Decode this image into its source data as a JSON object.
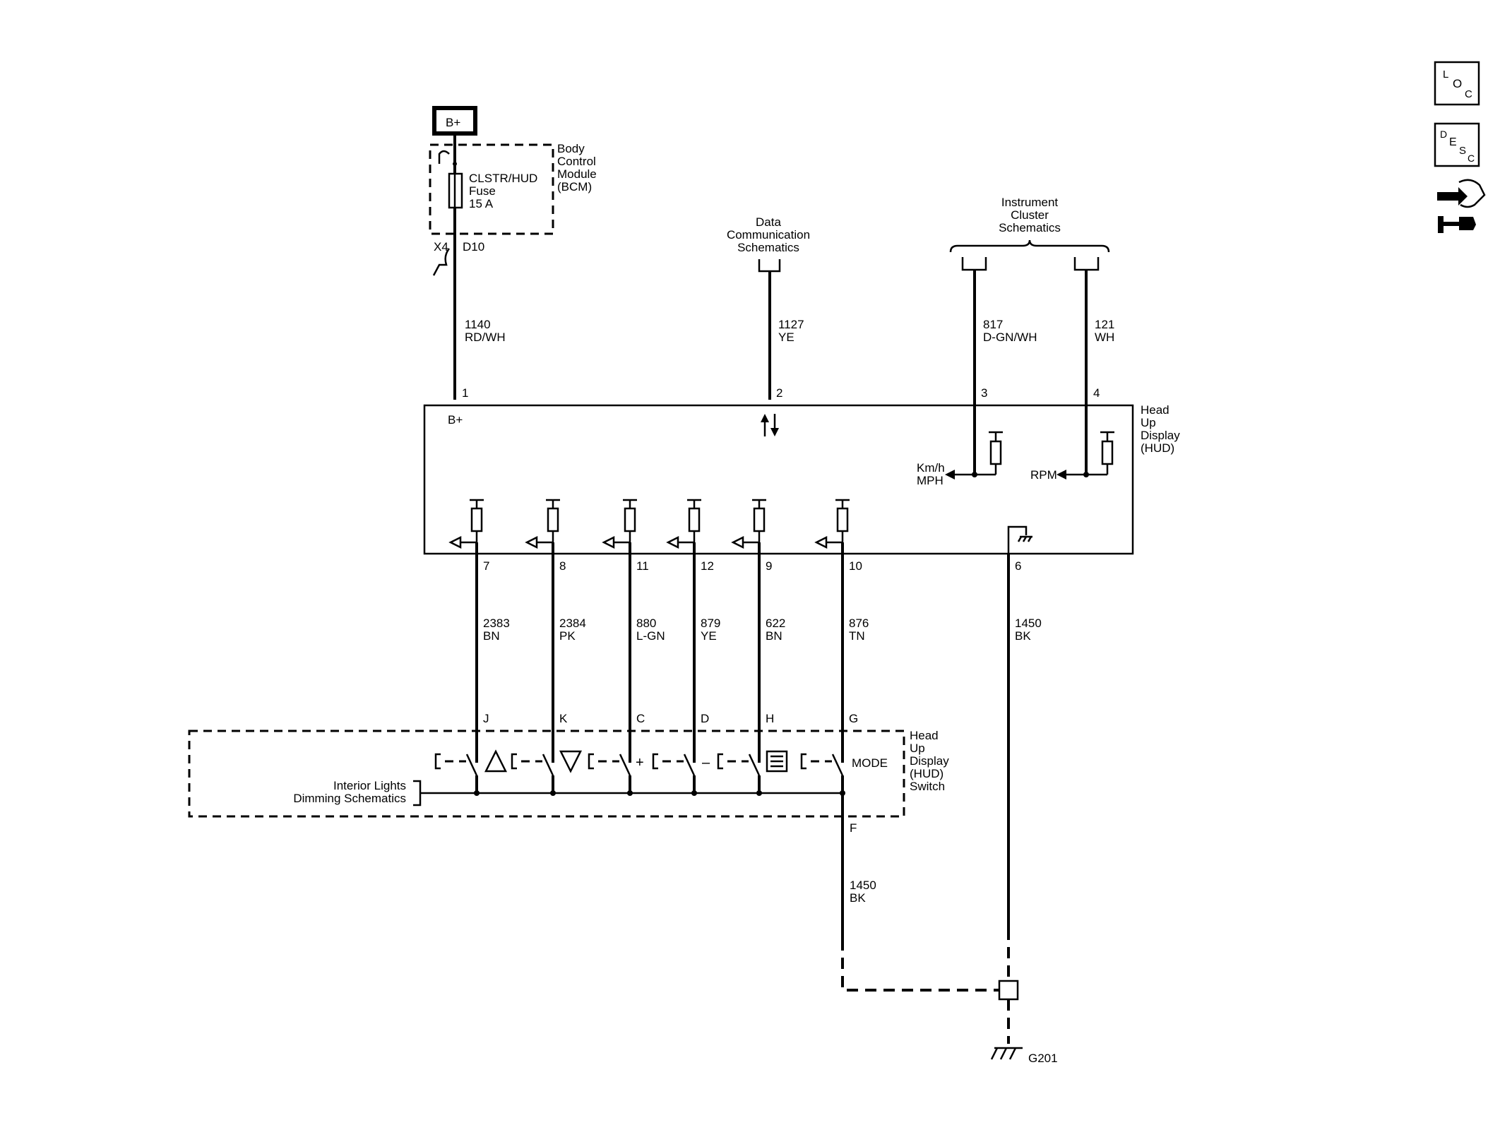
{
  "nav_buttons": {
    "loc": [
      "L",
      "O",
      "C"
    ],
    "desc": [
      "D",
      "E",
      "S",
      "C"
    ]
  },
  "power": {
    "label": "B+"
  },
  "bcm": {
    "fuse_name": "CLSTR/HUD",
    "fuse_word": "Fuse",
    "fuse_rating": "15 A",
    "module_lines": [
      "Body",
      "Control",
      "Module",
      "(BCM)"
    ],
    "connector": "X4",
    "pin": "D10"
  },
  "refs": {
    "data_comm": [
      "Data",
      "Communication",
      "Schematics"
    ],
    "instrument_cluster": [
      "Instrument",
      "Cluster",
      "Schematics"
    ],
    "interior_lights": [
      "Interior Lights",
      "Dimming Schematics"
    ]
  },
  "top_wires": [
    {
      "circuit": "1140",
      "color": "RD/WH",
      "pin": "1"
    },
    {
      "circuit": "1127",
      "color": "YE",
      "pin": "2"
    },
    {
      "circuit": "817",
      "color": "D-GN/WH",
      "pin": "3"
    },
    {
      "circuit": "121",
      "color": "WH",
      "pin": "4"
    }
  ],
  "hud": {
    "lines": [
      "Head",
      "Up",
      "Display",
      "(HUD)"
    ],
    "bplus_label": "B+",
    "speed_labels": [
      "Km/h",
      "MPH"
    ],
    "rpm_label": "RPM"
  },
  "bottom_wires": [
    {
      "pin": "7",
      "circuit": "2383",
      "color": "BN",
      "switch_pin": "J"
    },
    {
      "pin": "8",
      "circuit": "2384",
      "color": "PK",
      "switch_pin": "K"
    },
    {
      "pin": "11",
      "circuit": "880",
      "color": "L-GN",
      "switch_pin": "C"
    },
    {
      "pin": "12",
      "circuit": "879",
      "color": "YE",
      "switch_pin": "D"
    },
    {
      "pin": "9",
      "circuit": "622",
      "color": "BN",
      "switch_pin": "H"
    },
    {
      "pin": "10",
      "circuit": "876",
      "color": "TN",
      "switch_pin": "G"
    }
  ],
  "ground_wire": {
    "pin": "6",
    "circuit": "1450",
    "color": "BK"
  },
  "switch": {
    "lines": [
      "Head",
      "Up",
      "Display",
      "(HUD)",
      "Switch"
    ],
    "symbols": [
      "+",
      "–",
      "MODE"
    ],
    "ground_pin": "F",
    "ground_circuit": "1450",
    "ground_color": "BK"
  },
  "ground_point": "G201"
}
